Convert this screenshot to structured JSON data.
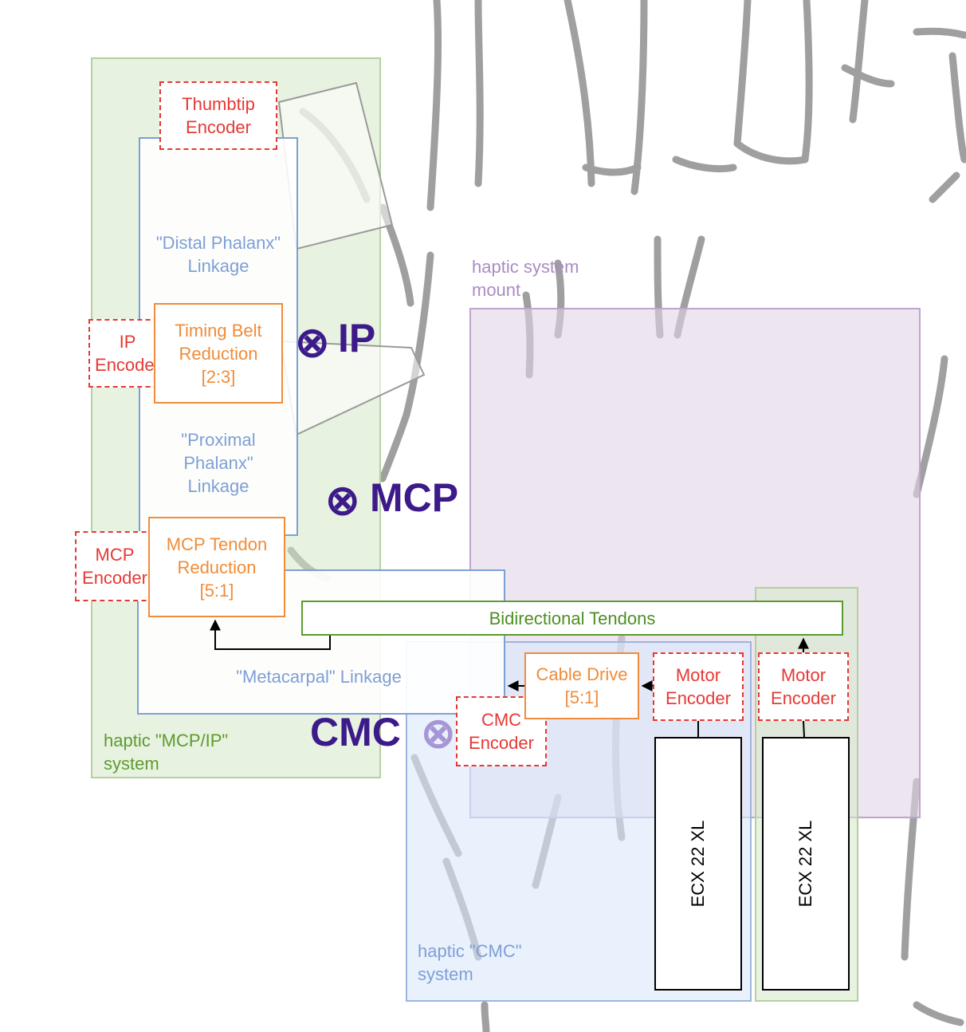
{
  "systems": {
    "mcp_ip": "haptic \"MCP/IP\"\nsystem",
    "mount": "haptic system\nmount",
    "cmc": "haptic \"CMC\"\nsystem"
  },
  "linkages": {
    "distal": "\"Distal Phalanx\"\nLinkage",
    "proximal": "\"Proximal\nPhalanx\"\nLinkage",
    "metacarpal": "\"Metacarpal\" Linkage"
  },
  "encoders": {
    "thumbtip": "Thumbtip\nEncoder",
    "ip": "IP\nEncoder",
    "mcp": "MCP\nEncoder",
    "cmc": "CMC\nEncoder",
    "motor1": "Motor\nEncoder",
    "motor2": "Motor\nEncoder"
  },
  "reductions": {
    "timing_belt": "Timing Belt\nReduction\n[2:3]",
    "mcp_tendon": "MCP Tendon\nReduction\n[5:1]",
    "cable_drive": "Cable Drive\n[5:1]"
  },
  "tendons": "Bidirectional Tendons",
  "joints": {
    "ip": "IP",
    "mcp": "MCP",
    "cmc": "CMC",
    "symbol": "⊗"
  },
  "motors": {
    "m1": "ECX 22 XL",
    "m2": "ECX 22 XL"
  },
  "colors": {
    "mcp_ip_fill": "#e6efdc",
    "mount_fill": "#ece6f1",
    "cmc_fill": "#e8eefa",
    "joint": "#3d1a8a"
  }
}
